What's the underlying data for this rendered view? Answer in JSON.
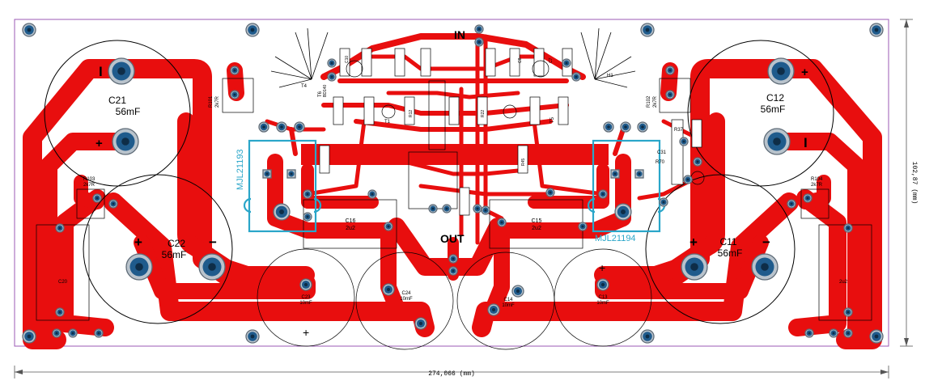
{
  "board": {
    "width_dim": "274,066 (mm)",
    "height_dim": "102,87 (mm)",
    "colors": {
      "copper": "#e80e0e",
      "silkscreen": "#000000",
      "outline": "#9b59b6",
      "highlight": "#2aa6c9",
      "pad": "#1f5b8c"
    }
  },
  "connectors": {
    "input": "IN",
    "output": "OUT"
  },
  "transistors": {
    "left": "MJL21193",
    "right": "MJL21194"
  },
  "capacitors": {
    "c21": {
      "ref": "C21",
      "value": "56mF"
    },
    "c22": {
      "ref": "C22",
      "value": "56mF"
    },
    "c12": {
      "ref": "C12",
      "value": "56mF"
    },
    "c11": {
      "ref": "C11",
      "value": "56mF"
    },
    "c16": {
      "ref": "C16",
      "value": "2u2"
    },
    "c15": {
      "ref": "C15",
      "value": "2u2"
    },
    "c23": {
      "ref": "C23",
      "value": "10mF"
    },
    "c24": {
      "ref": "C24",
      "value": "10mF"
    },
    "c14": {
      "ref": "C14",
      "value": "10mF"
    },
    "c13": {
      "ref": "C13",
      "value": "10mF"
    }
  },
  "resistors": {
    "r101": {
      "ref": "R101",
      "value": "2k7R"
    },
    "r102": {
      "ref": "R102",
      "value": "2k7R"
    },
    "r103": {
      "ref": "R103",
      "value": "2k7R"
    },
    "r104": {
      "ref": "R104",
      "value": "2k7R"
    }
  },
  "polarity": {
    "plus": "+",
    "minus": "−",
    "minus_bar": "I"
  },
  "small_labels": {
    "t4": "T4",
    "t6": "T6",
    "h1": "H1",
    "t5": "T5",
    "t1": "T1",
    "c31": "C31",
    "r70": "R70",
    "r37": "R37",
    "c10": "C10",
    "c20": "C20",
    "c8": "C8",
    "c7": "C7",
    "n2": "2u2",
    "bd": "BD140",
    "r12": "R12",
    "r22": "R22",
    "r45": "R45"
  }
}
